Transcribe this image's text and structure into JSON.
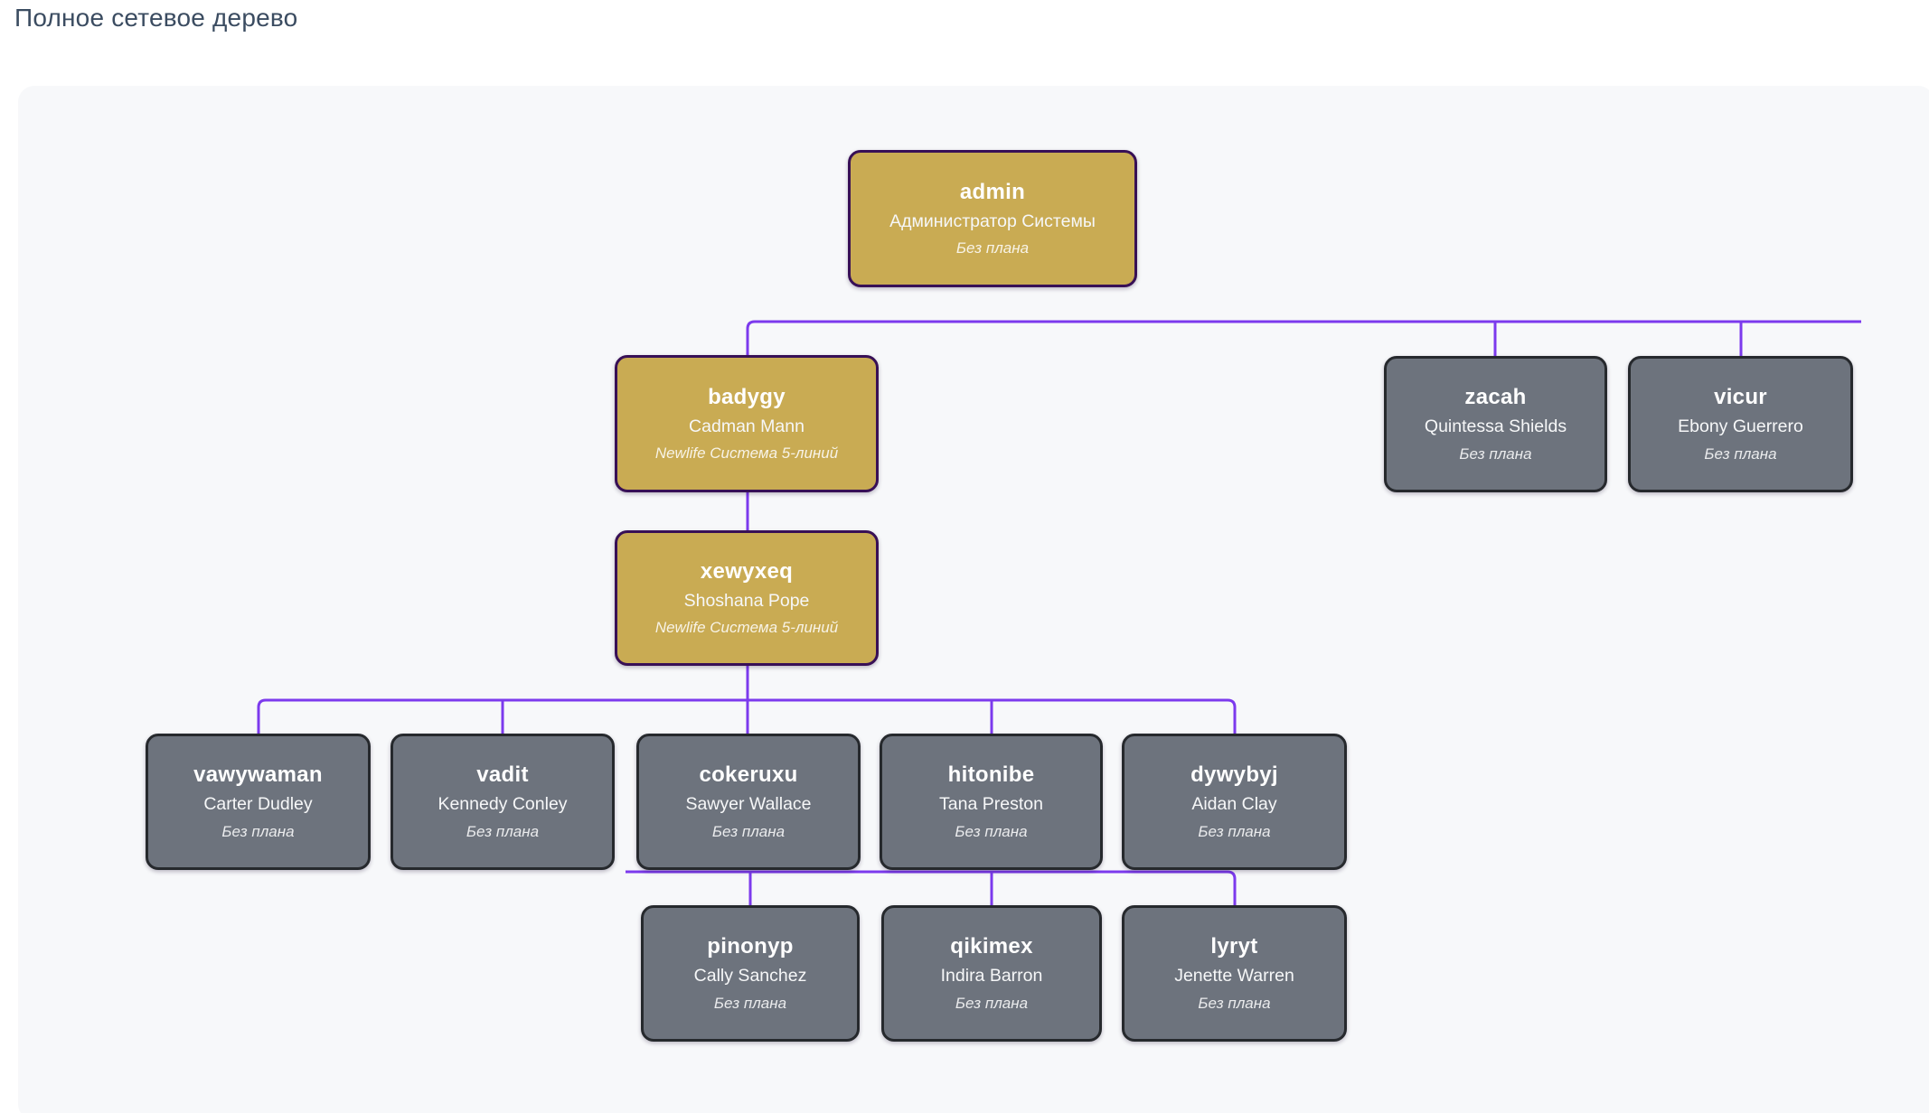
{
  "page": {
    "title": "Полное сетевое дерево"
  },
  "colors": {
    "accent_line": "#7c3aed",
    "node_gold_bg": "#c9ab53",
    "node_gold_border": "#381056",
    "node_gray_bg": "#6d737d",
    "node_gray_border": "#26292d",
    "panel_bg": "#f7f8fa",
    "title_text": "#3b4c61",
    "node_text": "#ffffff"
  },
  "tree": {
    "nodes": [
      {
        "login": "admin",
        "name": "Администратор Системы",
        "plan": "Без плана",
        "variant": "gold"
      },
      {
        "login": "badygy",
        "name": "Cadman Mann",
        "plan": "Newlife Система 5-линий",
        "variant": "gold"
      },
      {
        "login": "zacah",
        "name": "Quintessa Shields",
        "plan": "Без плана",
        "variant": "gray"
      },
      {
        "login": "vicur",
        "name": "Ebony Guerrero",
        "plan": "Без плана",
        "variant": "gray"
      },
      {
        "login": "xewyxeq",
        "name": "Shoshana Pope",
        "plan": "Newlife Система 5-линий",
        "variant": "gold"
      },
      {
        "login": "vawywaman",
        "name": "Carter Dudley",
        "plan": "Без плана",
        "variant": "gray"
      },
      {
        "login": "vadit",
        "name": "Kennedy Conley",
        "plan": "Без плана",
        "variant": "gray"
      },
      {
        "login": "cokeruxu",
        "name": "Sawyer Wallace",
        "plan": "Без плана",
        "variant": "gray"
      },
      {
        "login": "hitonibe",
        "name": "Tana Preston",
        "plan": "Без плана",
        "variant": "gray"
      },
      {
        "login": "dywybyj",
        "name": "Aidan Clay",
        "plan": "Без плана",
        "variant": "gray"
      },
      {
        "login": "pinonyp",
        "name": "Cally Sanchez",
        "plan": "Без плана",
        "variant": "gray"
      },
      {
        "login": "qikimex",
        "name": "Indira Barron",
        "plan": "Без плана",
        "variant": "gray"
      },
      {
        "login": "lyryt",
        "name": "Jenette Warren",
        "plan": "Без плана",
        "variant": "gray"
      }
    ]
  }
}
